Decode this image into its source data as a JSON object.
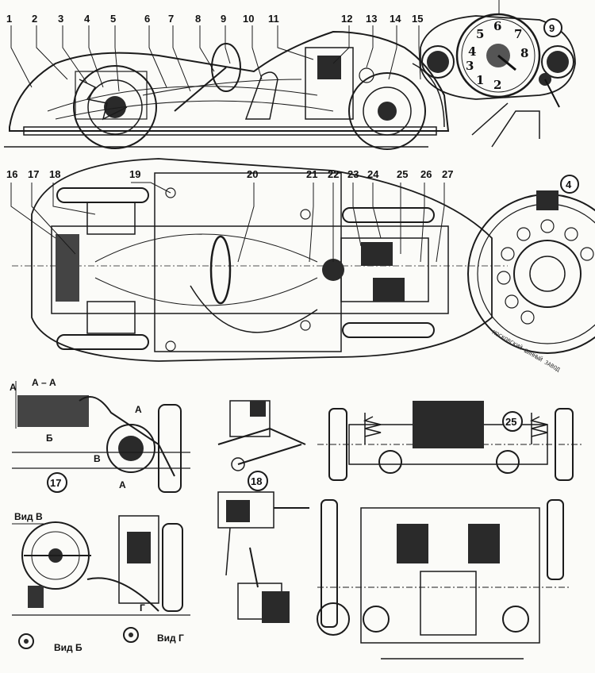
{
  "callouts_top": [
    "1",
    "2",
    "3",
    "4",
    "5",
    "6",
    "7",
    "8",
    "9",
    "10",
    "11",
    "12",
    "13",
    "14",
    "15"
  ],
  "callouts_mid": [
    "16",
    "17",
    "18",
    "19",
    "20",
    "21",
    "22",
    "23",
    "24",
    "25",
    "26",
    "27"
  ],
  "detail_numbers": {
    "d4": "4",
    "d9": "9",
    "d17": "17",
    "d18": "18",
    "d25": "25"
  },
  "views": {
    "aa": "А – А",
    "v_label": "Вид В",
    "b_label": "Вид Б",
    "g_label": "Вид Г",
    "arrow_a": "А",
    "arrow_b": "Б",
    "arrow_v": "В",
    "arrow_g": "Г"
  },
  "speedometer": {
    "dial": [
      "1",
      "2",
      "3",
      "4",
      "5",
      "6",
      "7",
      "8"
    ]
  },
  "drum_brand": "МОСКОВСКИЙ ШИННЫЙ ЗАВОД",
  "colors": {
    "ink": "#1b1b1b",
    "paper": "#fbfbf8"
  }
}
